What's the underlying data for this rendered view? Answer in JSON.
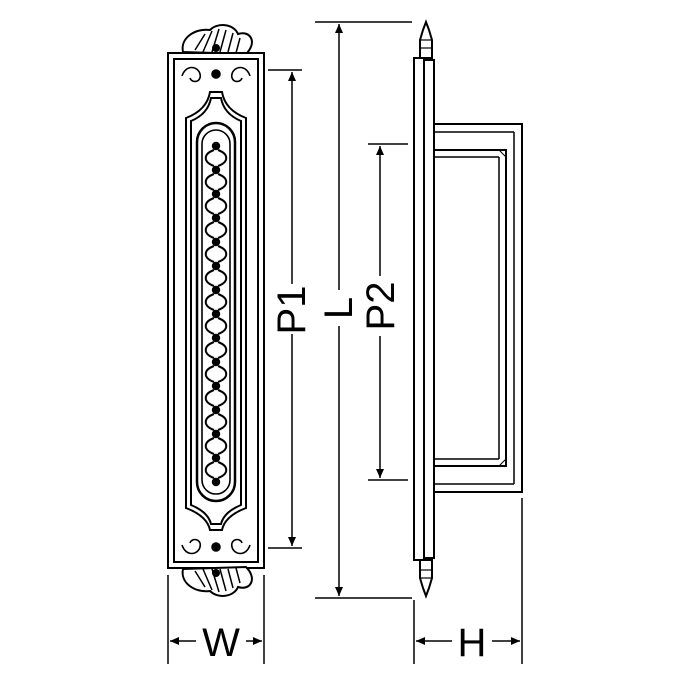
{
  "dimensions": {
    "L": "L",
    "P1": "P1",
    "P2": "P2",
    "W": "W",
    "H": "H"
  },
  "colors": {
    "line": "#000000",
    "background": "#ffffff"
  },
  "icons": {
    "top_ornament": "shell-ornament-icon",
    "bottom_ornament": "shell-ornament-icon",
    "pattern": "oval-chain-icon"
  }
}
